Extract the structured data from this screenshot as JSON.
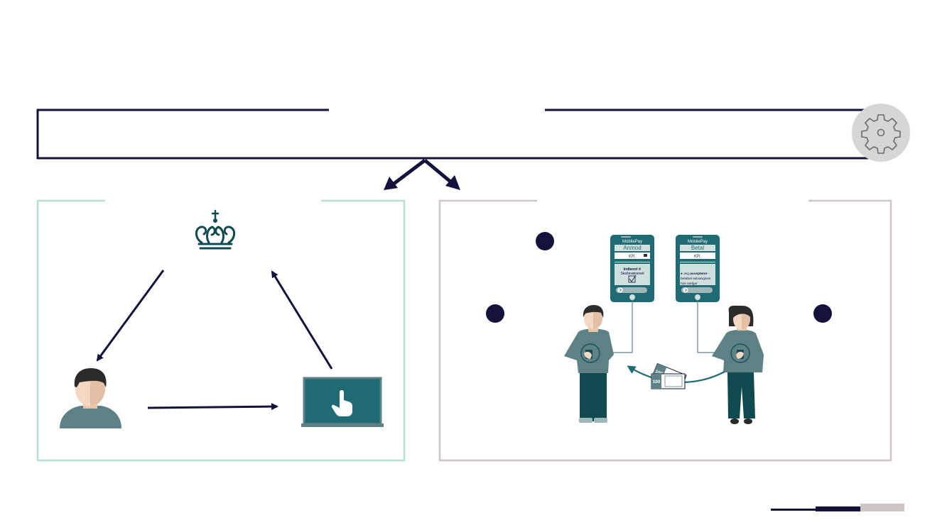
{
  "colors": {
    "navy": "#12123a",
    "teal_dark": "#0e4a4f",
    "teal": "#1f6b73",
    "slate": "#5d8185",
    "mint_border": "#b8ddd3",
    "stone_border": "#cfc5c4",
    "gear_bg": "#d6d6d6",
    "gear_stroke": "#6b6b6b"
  },
  "phone_left": {
    "app": "MobilePay",
    "action": "Anmod",
    "currency": "KR.",
    "note_bold": "Indberet",
    "note_rest": " til",
    "note_line2": "Skattevæsenet"
  },
  "phone_right": {
    "app": "MobilePay",
    "action": "Betal",
    "currency": "KR.",
    "line1_pre": "● Jeg ",
    "line1_bold": "accepterer",
    "line1_post": " -",
    "line2": "beløbet selvangives",
    "line3": "hos sælger"
  },
  "banknote": {
    "value_front": "100",
    "value_back": "100"
  },
  "icons": {
    "settings": "gear-icon",
    "authority": "crown-icon",
    "person": "person-icon",
    "laptop": "laptop-touch-icon"
  }
}
